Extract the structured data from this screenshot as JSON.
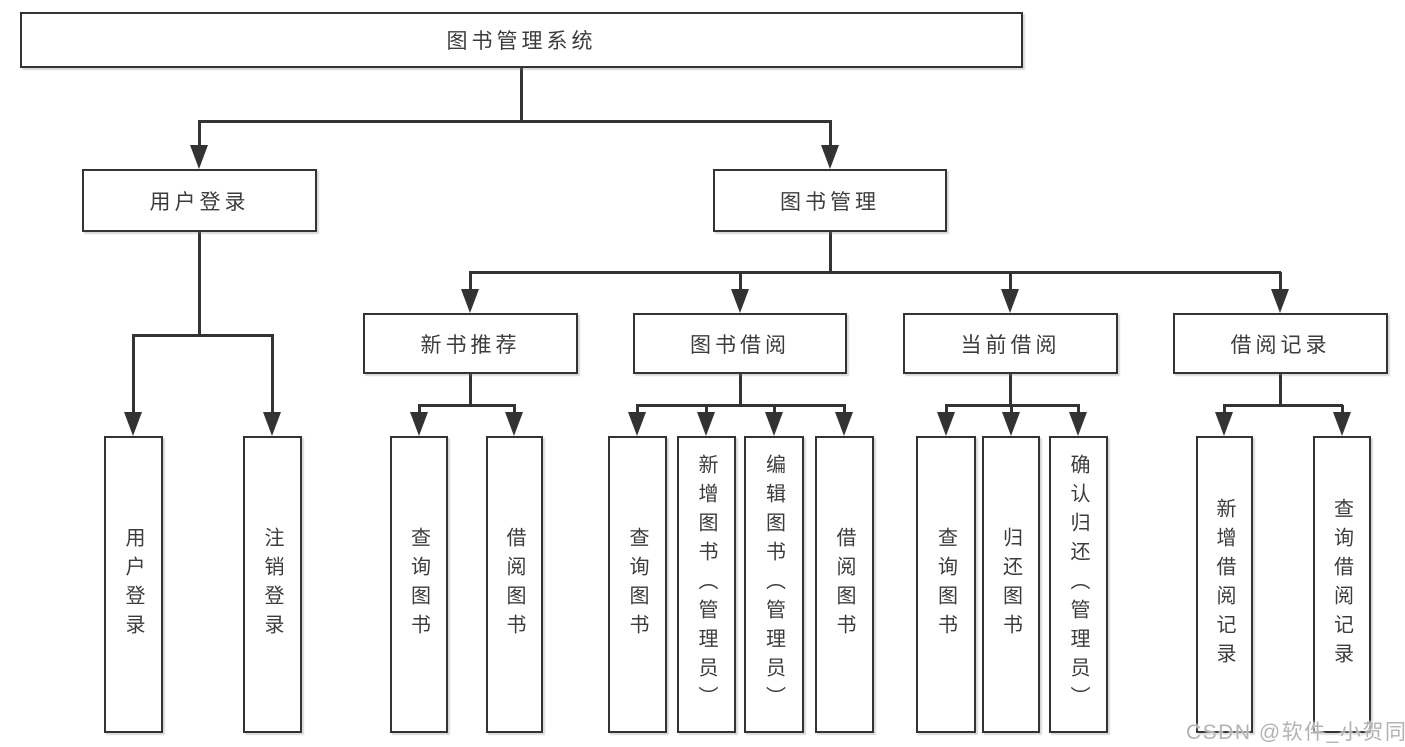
{
  "diagram": {
    "type": "hierarchy-diagram",
    "watermark": "CSDN @软件_小贺同学",
    "colors": {
      "line": "#333333",
      "text": "#3c3c3c",
      "box_background": "#ffffff",
      "page_background": "#ffffff",
      "watermark": "#b3b3b3"
    },
    "tree": {
      "label": "图书管理系统",
      "children": [
        {
          "label": "用户登录",
          "children": [
            {
              "label": "用户登录"
            },
            {
              "label": "注销登录"
            }
          ]
        },
        {
          "label": "图书管理",
          "children": [
            {
              "label": "新书推荐",
              "children": [
                {
                  "label": "查询图书"
                },
                {
                  "label": "借阅图书"
                }
              ]
            },
            {
              "label": "图书借阅",
              "children": [
                {
                  "label": "查询图书"
                },
                {
                  "label": "新增图书（管理员）"
                },
                {
                  "label": "编辑图书（管理员）"
                },
                {
                  "label": "借阅图书"
                }
              ]
            },
            {
              "label": "当前借阅",
              "children": [
                {
                  "label": "查询图书"
                },
                {
                  "label": "归还图书"
                },
                {
                  "label": "确认归还（管理员）"
                }
              ]
            },
            {
              "label": "借阅记录",
              "children": [
                {
                  "label": "新增借阅记录"
                },
                {
                  "label": "查询借阅记录"
                }
              ]
            }
          ]
        }
      ]
    }
  }
}
